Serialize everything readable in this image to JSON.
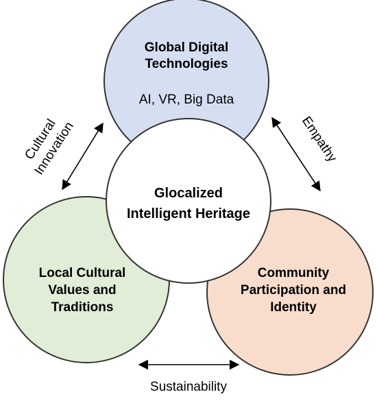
{
  "diagram": {
    "top": {
      "line1": "Global Digital",
      "line2": "Technologies",
      "sub": "AI, VR, Big Data",
      "fill": "#d6dff2"
    },
    "left": {
      "line1": "Local Cultural",
      "line2": "Values and",
      "line3": "Traditions",
      "fill": "#e1edd6"
    },
    "right": {
      "line1": "Community",
      "line2": "Participation and",
      "line3": "Identity",
      "fill": "#f8ddcd"
    },
    "center": {
      "line1": "Glocalized",
      "line2": "Intelligent Heritage",
      "fill": "#ffffff"
    },
    "labels": {
      "left_arrow_line1": "Cultural",
      "left_arrow_line2": "Innovation",
      "right_arrow": "Empathy",
      "bottom_arrow": "Sustainability"
    },
    "stroke": "#333333"
  }
}
